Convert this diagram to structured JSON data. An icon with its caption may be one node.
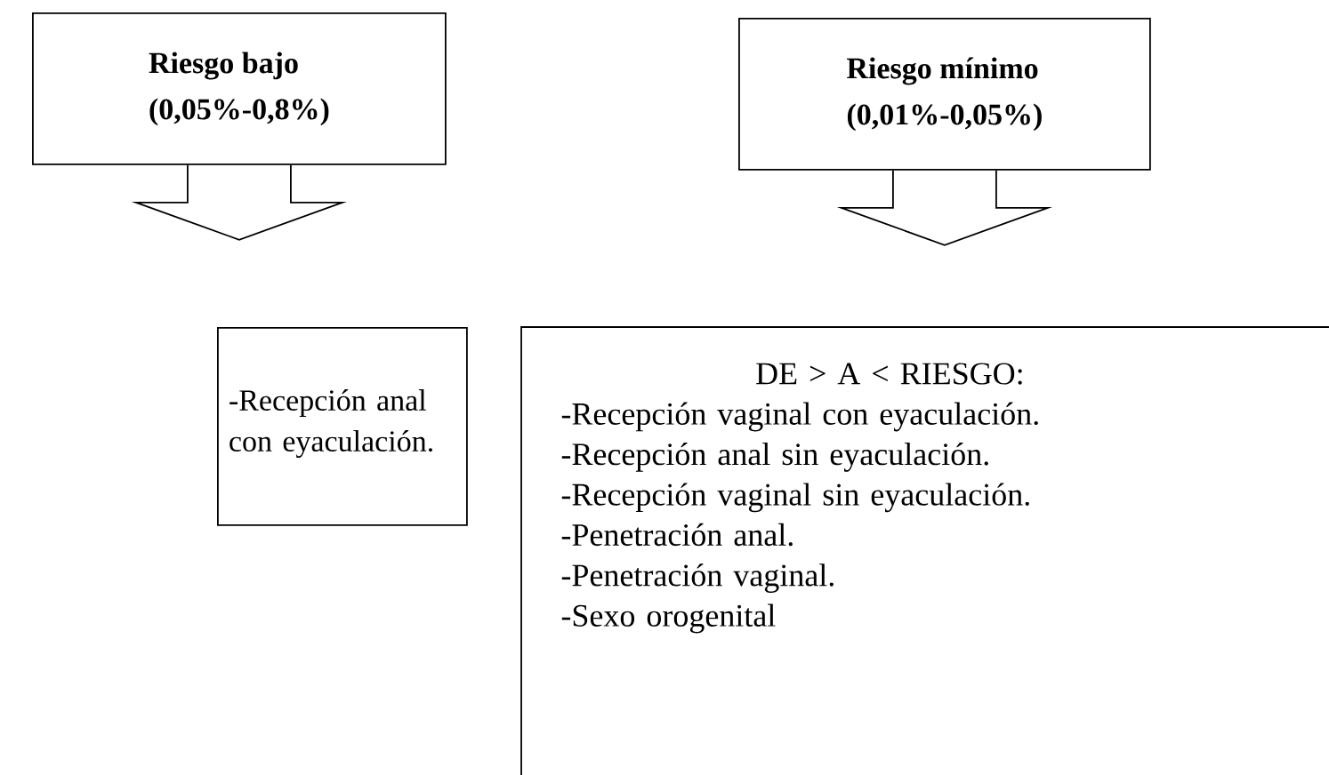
{
  "diagram": {
    "nodes": [
      {
        "text": [
          "Riesgo bajo",
          "(0,05%-0,8%)"
        ]
      },
      {
        "text": [
          "-Recepción anal con eyaculación."
        ]
      },
      {
        "text": [
          "Riesgo mínimo",
          "(0,01%-0,05%)"
        ]
      },
      {
        "text": [
          "DE > A < RIESGO:",
          "-Recepción vaginal con eyaculación.",
          "-Recepción anal sin eyaculación.",
          "-Recepción vaginal sin eyaculación.",
          "-Penetración anal.",
          "-Penetración vaginal.",
          "-Sexo orogenital"
        ]
      }
    ]
  }
}
